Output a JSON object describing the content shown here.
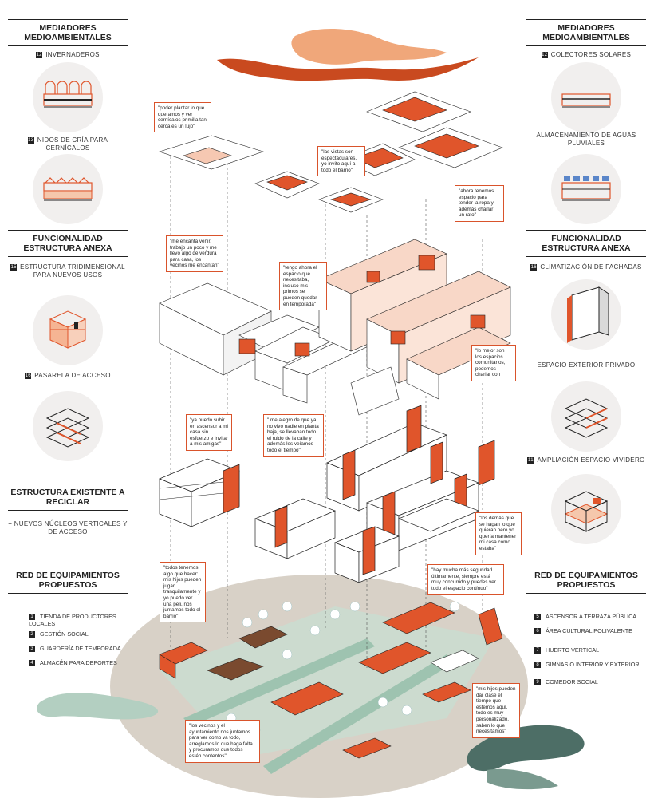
{
  "colors": {
    "accent": "#e0552b",
    "ground": "#d8d1c7",
    "green": "#b7d3c5",
    "ink": "#222222"
  },
  "left": {
    "mediadores": {
      "title": "MEDIADORES MEDIOAMBIENTALES",
      "items": [
        {
          "num": "12",
          "label": "INVERNADEROS",
          "icon": "greenhouse-icon"
        },
        {
          "num": "13",
          "label": "NIDOS DE CRÍA PARA CERNÍCALOS",
          "icon": "kestrel-nest-icon"
        }
      ]
    },
    "funcionalidad": {
      "title": "FUNCIONALIDAD ESTRUCTURA ANEXA",
      "items": [
        {
          "num": "15",
          "label": "ESTRUCTURA TRIDIMENSIONAL PARA NUEVOS USOS",
          "icon": "frame-structure-icon"
        },
        {
          "num": "16",
          "label": "PASARELA DE ACCESO",
          "icon": "walkway-icon"
        }
      ]
    },
    "existente": {
      "title": "ESTRUCTURA EXISTENTE A RECICLAR",
      "subtitle": "+ NUEVOS NÚCLEOS VERTICALES Y DE ACCESO"
    },
    "red": {
      "title": "RED DE EQUIPAMIENTOS PROPUESTOS",
      "items": [
        {
          "num": "1",
          "label": "TIENDA DE PRODUCTORES LOCALES"
        },
        {
          "num": "2",
          "label": "GESTIÓN SOCIAL"
        },
        {
          "num": "3",
          "label": "GUARDERÍA DE TEMPORADA"
        },
        {
          "num": "4",
          "label": "ALMACÉN PARA DEPORTES"
        }
      ]
    }
  },
  "right": {
    "mediadores": {
      "title": "MEDIADORES MEDIOAMBIENTALES",
      "items": [
        {
          "num": "12",
          "label": "COLECTORES SOLARES",
          "icon": "solar-collector-icon"
        },
        {
          "num": "",
          "label": "ALMACENAMIENTO DE AGUAS PLUVIALES",
          "icon": "rainwater-icon"
        }
      ]
    },
    "funcionalidad": {
      "title": "FUNCIONALIDAD ESTRUCTURA ANEXA",
      "items": [
        {
          "num": "16",
          "label": "CLIMATIZACIÓN DE FACHADAS",
          "icon": "facade-climate-icon"
        },
        {
          "num": "",
          "label": "ESPACIO EXTERIOR PRIVADO",
          "icon": "private-outdoor-icon"
        },
        {
          "num": "11",
          "label": "AMPLIACIÓN ESPACIO VIVIDERO",
          "icon": "living-expansion-icon"
        }
      ]
    },
    "red": {
      "title": "RED DE EQUIPAMIENTOS PROPUESTOS",
      "items": [
        {
          "num": "5",
          "label": "ASCENSOR A TERRAZA PÚBLICA"
        },
        {
          "num": "6",
          "label": "ÁREA CULTURAL POLIVALENTE"
        },
        {
          "num": "7",
          "label": "HUERTO VERTICAL"
        },
        {
          "num": "8",
          "label": "GIMNASIO INTERIOR Y EXTERIOR"
        },
        {
          "num": "9",
          "label": "COMEDOR SOCIAL"
        }
      ]
    }
  },
  "quotes": [
    "\"poder plantar lo que queramos y ver cernícalos primilla tan cerca es un lujo\"",
    "\"las vistas son espectaculares, yo invito aquí a todo el barrio\"",
    "\"ahora tenemos espacio para tender la ropa y además charlar un rato\"",
    "\"me encanta venir, trabajo un poco y me llevo algo de verdura para casa, los vecinos me encantan\"",
    "\"tengo ahora el espacio que necesitaba, incluso mis primos se pueden quedar en temporada\"",
    "\"lo mejor son los espacios comunitarios, podemos charlar con",
    "\"ya puedo subir en ascensor a mi casa sin esfuerzo e invitar a mis amigas\"",
    "\" me alegro de que ya no vivo nadie en planta baja, se llevaban todo el ruido de la calle y además les veíamos todo el tiempo\"",
    "\"los demás que se hagan lo que quieran pero yo quería mantener mi casa como estaba\"",
    "\"todos tenemos algo que hacer: mis hijos pueden jugar tranquilamente y yo puedo ver una peli, nos juntamos todo el barrio\"",
    "\"hay mucha más seguridad últimamente, siempre está muy concurrido y puedes ver todo el espacio contínuo\"",
    "\"mis hijos pueden dar clase el tiempo que estemos aquí, todo es muy personalizado, saben lo que necesitamos\"",
    "\"los vecinos y el ayuntamiento nos juntamos para ver como va todo, arreglamos lo que haga falta y procuramos que todos estén contentos\""
  ]
}
